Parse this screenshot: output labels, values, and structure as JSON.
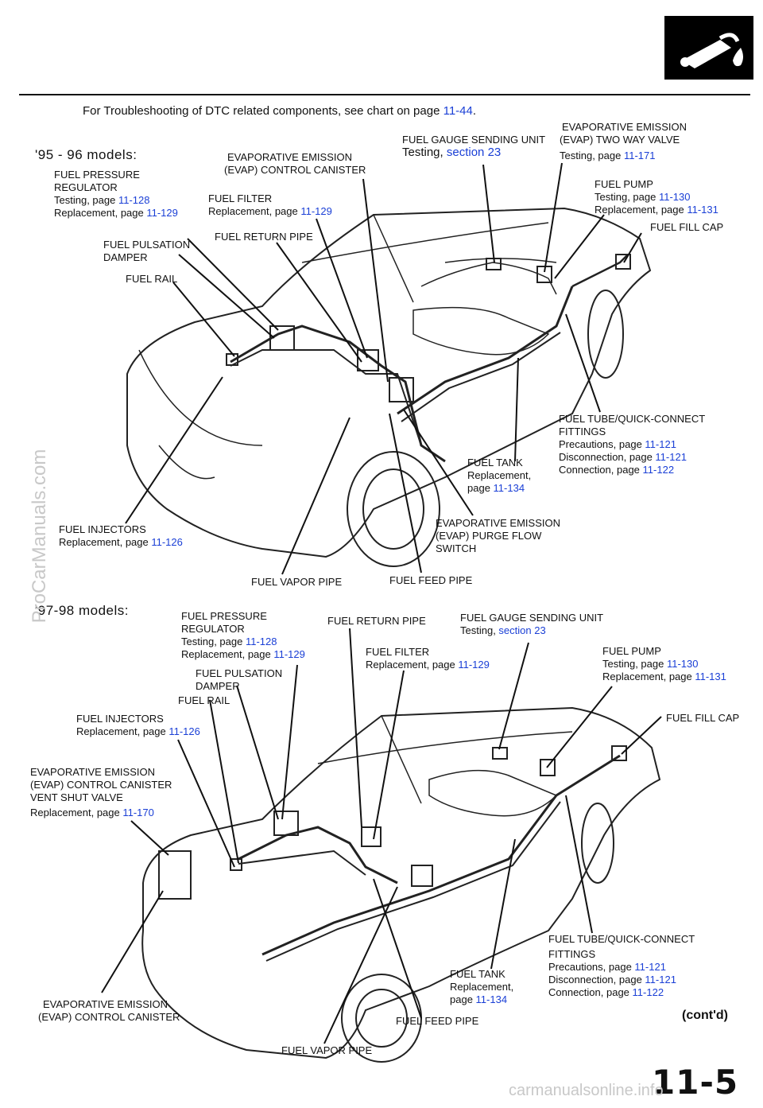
{
  "header": {
    "intro_prefix": "For Troubleshooting of DTC related components, see chart on page ",
    "intro_page": "11-44",
    "intro_suffix": ".",
    "badge_icon": "fuel-hose-icon"
  },
  "section1": {
    "title": "'95 - 96 models:",
    "labels": {
      "fuel_pressure_regulator": {
        "name1": "FUEL PRESSURE",
        "name2": "REGULATOR",
        "l1": "Testing, page ",
        "p1": "11-128",
        "l2": "Replacement, page ",
        "p2": "11-129"
      },
      "fuel_pulsation_damper": {
        "name1": "FUEL PULSATION",
        "name2": "DAMPER"
      },
      "fuel_rail": {
        "name1": "FUEL RAIL"
      },
      "evap_canister": {
        "name1": "EVAPORATIVE EMISSION",
        "name2": "(EVAP) CONTROL CANISTER"
      },
      "fuel_filter": {
        "name1": "FUEL FILTER",
        "l1": "Replacement, page ",
        "p1": "11-129"
      },
      "fuel_return_pipe": {
        "name1": "FUEL RETURN PIPE"
      },
      "fuel_gauge_sending_unit": {
        "name1": "FUEL GAUGE SENDING UNIT",
        "l1": "Testing, ",
        "p1": "section 23"
      },
      "evap_two_way_valve": {
        "name1": "EVAPORATIVE EMISSION",
        "name2": "(EVAP) TWO WAY VALVE",
        "l1": "Testing, page ",
        "p1": "11-171"
      },
      "fuel_pump": {
        "name1": "FUEL PUMP",
        "l1": "Testing, page ",
        "p1": "11-130",
        "l2": "Replacement, page ",
        "p2": "11-131"
      },
      "fuel_fill_cap": {
        "name1": "FUEL FILL CAP"
      },
      "fuel_tube_quick_connect": {
        "name1": "FUEL TUBE/QUICK-CONNECT",
        "name2": "FITTINGS",
        "l1": "Precautions, page ",
        "p1": "11-121",
        "l2": "Disconnection, page ",
        "p2": "11-121",
        "l3": "Connection, page ",
        "p3": "11-122"
      },
      "fuel_tank": {
        "name1": "FUEL TANK",
        "l1": "Replacement,",
        "l2": "page ",
        "p2": "11-134"
      },
      "evap_purge_flow_switch": {
        "name1": "EVAPORATIVE EMISSION",
        "name2": "(EVAP) PURGE FLOW",
        "name3": "SWITCH"
      },
      "fuel_injectors": {
        "name1": "FUEL INJECTORS",
        "l1": "Replacement, page ",
        "p1": "11-126"
      },
      "fuel_vapor_pipe": {
        "name1": "FUEL VAPOR PIPE"
      },
      "fuel_feed_pipe": {
        "name1": "FUEL FEED PIPE"
      }
    }
  },
  "section2": {
    "title": "'97-98 models:",
    "labels": {
      "fuel_pressure_regulator": {
        "name1": "FUEL PRESSURE",
        "name2": "REGULATOR",
        "l1": "Testing, page ",
        "p1": "11-128",
        "l2": "Replacement, page ",
        "p2": "11-129"
      },
      "fuel_pulsation_damper": {
        "name1": "FUEL PULSATION",
        "name2": "DAMPER"
      },
      "fuel_rail": {
        "name1": "FUEL RAIL"
      },
      "fuel_injectors": {
        "name1": "FUEL INJECTORS",
        "l1": "Replacement, page ",
        "p1": "11-126"
      },
      "evap_vent_shut_valve": {
        "name1": "EVAPORATIVE EMISSION",
        "name2": "(EVAP) CONTROL CANISTER",
        "name3": "VENT SHUT VALVE",
        "l1": "Replacement, page ",
        "p1": "11-170"
      },
      "fuel_return_pipe": {
        "name1": "FUEL RETURN PIPE"
      },
      "fuel_filter": {
        "name1": "FUEL FILTER",
        "l1": "Replacement, page ",
        "p1": "11-129"
      },
      "fuel_gauge_sending_unit": {
        "name1": "FUEL GAUGE SENDING UNIT",
        "l1": "Testing, ",
        "p1": "section 23"
      },
      "fuel_pump": {
        "name1": "FUEL PUMP",
        "l1": "Testing, page ",
        "p1": "11-130",
        "l2": "Replacement, page ",
        "p2": "11-131"
      },
      "fuel_fill_cap": {
        "name1": "FUEL FILL CAP"
      },
      "fuel_tube_quick_connect": {
        "name1": "FUEL TUBE/QUICK-CONNECT",
        "name2": "FITTINGS",
        "l1": "Precautions, page ",
        "p1": "11-121",
        "l2": "Disconnection, page ",
        "p2": "11-121",
        "l3": "Connection, page ",
        "p3": "11-122"
      },
      "fuel_tank": {
        "name1": "FUEL TANK",
        "l1": "Replacement,",
        "l2": "page ",
        "p2": "11-134"
      },
      "evap_canister": {
        "name1": "EVAPORATIVE EMISSION",
        "name2": "(EVAP) CONTROL CANISTER"
      },
      "fuel_feed_pipe": {
        "name1": "FUEL FEED PIPE"
      },
      "fuel_vapor_pipe": {
        "name1": "FUEL VAPOR PIPE"
      }
    }
  },
  "footer": {
    "contd": "(cont'd)",
    "page_number": "11-5",
    "watermark_left": "ProCarManuals.com",
    "watermark_bottom": "carmanualsonline.info"
  }
}
